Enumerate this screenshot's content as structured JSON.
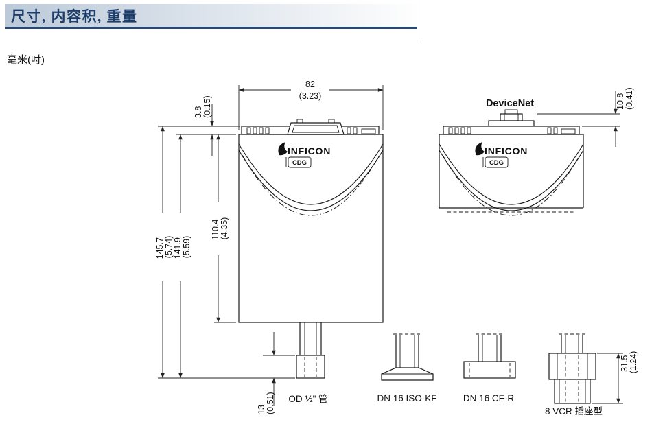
{
  "page": {
    "title": "尺寸, 内容积, 重量",
    "units_label": "毫米(吋)"
  },
  "logo": {
    "brand": "INFICON",
    "model": "CDG"
  },
  "drawing": {
    "devicenet_label": "DeviceNet",
    "dims": {
      "width_mm": "82",
      "width_in": "(3.23)",
      "strip_mm": "3.8",
      "strip_in": "(0.15)",
      "conn_mm": "10.8",
      "conn_in": "(0.41)",
      "body_mm": "110.4",
      "body_in": "(4.35)",
      "total1_mm": "145.7",
      "total1_in": "(5.74)",
      "total2_mm": "141.9",
      "total2_in": "(5.59)",
      "stub_mm": "13",
      "stub_in": "(0.51)",
      "vcr_mm": "31.5",
      "vcr_in": "(1.24)"
    },
    "fittings": {
      "tube": "OD ½\" 管",
      "isokf": "DN 16 ISO-KF",
      "cfr": "DN 16 CF-R",
      "vcr": "8 VCR 插座型"
    }
  },
  "colors": {
    "header_text": "#1d3d6b",
    "header_rule": "#27486f",
    "header_gradient_start": "#bcc9d8",
    "line": "#1a1a1a"
  }
}
